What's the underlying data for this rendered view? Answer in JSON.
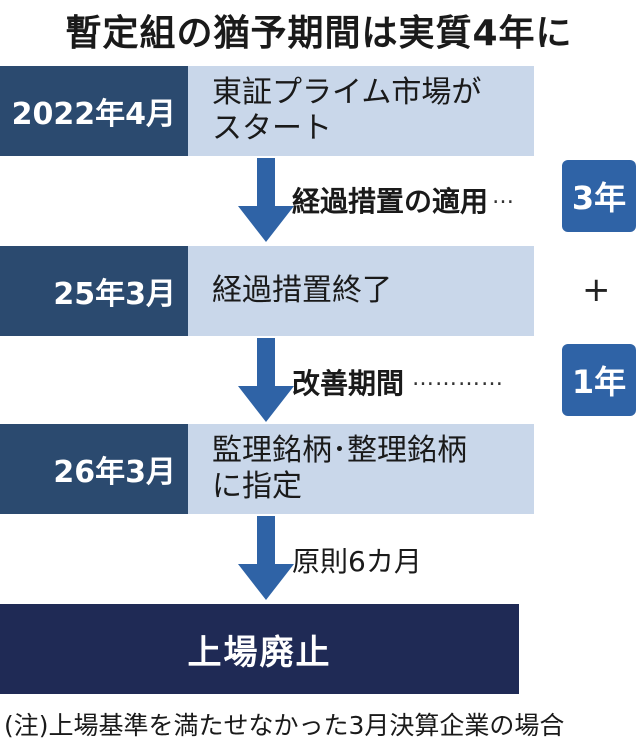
{
  "title": "暫定組の猶予期間は実質4年に",
  "steps": [
    {
      "date": "2022年4月",
      "desc": "東証プライム市場が\nスタート"
    },
    {
      "date": "25年3月",
      "desc": "経過措置終了"
    },
    {
      "date": "26年3月",
      "desc": "監理銘柄･整理銘柄\nに指定"
    }
  ],
  "arrows": [
    {
      "label": "経過措置の適用",
      "suffix": "…"
    },
    {
      "label": "改善期間",
      "suffix": "…………"
    },
    {
      "label": "原則6カ月"
    }
  ],
  "badges": [
    "3年",
    "1年"
  ],
  "plus": "+",
  "end": "上場廃止",
  "note": "(注)上場基準を満たせなかった3月決算企業の場合",
  "colors": {
    "date_bg": "#2b4a6f",
    "desc_bg": "#c9d7ea",
    "arrow": "#2f63a6",
    "badge_bg": "#2f63a6",
    "end_bg": "#1f2a55"
  }
}
